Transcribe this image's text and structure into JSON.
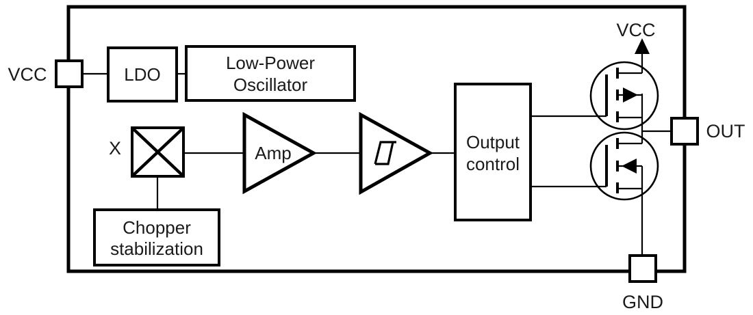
{
  "diagram": {
    "colors": {
      "line": "#000000",
      "text": "#1a1a1a",
      "background": "#ffffff"
    },
    "pins": {
      "vcc_left": {
        "label": "VCC"
      },
      "vcc_top": {
        "label": "VCC"
      },
      "out": {
        "label": "OUT"
      },
      "gnd": {
        "label": "GND"
      }
    },
    "blocks": {
      "ldo": {
        "label": "LDO"
      },
      "oscillator": {
        "line1": "Low-Power",
        "line2": "Oscillator"
      },
      "multiplier": {
        "label": "X"
      },
      "amplifier": {
        "label": "Amp"
      },
      "output_control": {
        "line1": "Output",
        "line2": "control"
      },
      "chopper": {
        "line1": "Chopper",
        "line2": "stabilization"
      }
    }
  }
}
